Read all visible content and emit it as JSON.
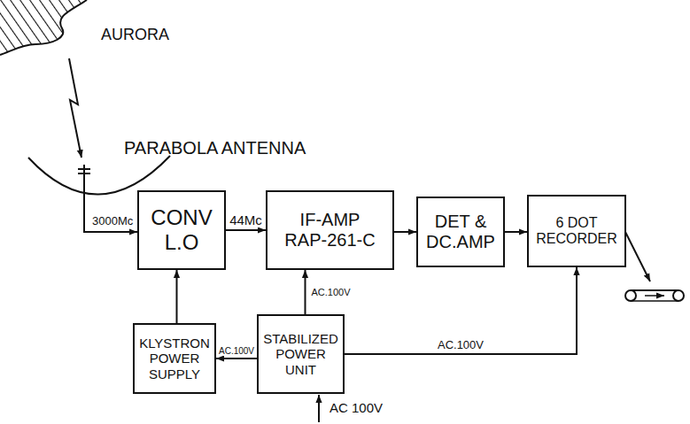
{
  "diagram": {
    "nodes": [
      {
        "text": [
          "CONV L.O"
        ]
      },
      {
        "text": [
          "IF-AMP RAP-261-C"
        ]
      },
      {
        "text": [
          "DET & DC.AMP"
        ]
      },
      {
        "text": [
          "6 DOT RECORDER"
        ]
      },
      {
        "text": [
          "KLYSTRON POWER SUPPLY"
        ]
      },
      {
        "text": [
          "STABILIZED POWER UNIT"
        ]
      }
    ],
    "edges": [
      {
        "from": 0,
        "to": 1,
        "label": "44Mc",
        "arrow": "to"
      },
      {
        "from": 1,
        "to": 2,
        "arrow": "to"
      },
      {
        "from": 2,
        "to": 3,
        "arrow": "to"
      },
      {
        "from": 4,
        "to": 0,
        "arrow": "to"
      },
      {
        "from": 5,
        "to": 4,
        "label": "AC.100V",
        "arrow": "to"
      },
      {
        "from": 5,
        "to": 1,
        "label": "AC.100V",
        "arrow": "to"
      },
      {
        "from": 5,
        "to": 3,
        "label": "AC.100V",
        "arrow": "to"
      }
    ],
    "labels": [
      "AURORA",
      "PARABOLA ANTENNA",
      "3000Mc",
      "AC 100V"
    ]
  }
}
